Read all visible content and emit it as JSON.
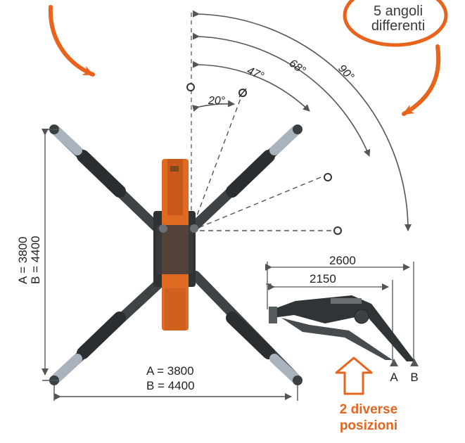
{
  "colors": {
    "accent": "#e8641c",
    "arm": "#3e4345",
    "pad": "#a9b3be",
    "body": "#2f3234",
    "boom": "#e06a22",
    "line": "#555555"
  },
  "bubble": {
    "line1": "5 angoli",
    "line2": "differenti"
  },
  "angles": [
    "20°",
    "47°",
    "68°",
    "90°"
  ],
  "vertical_dimension": {
    "a": "A = 3800",
    "b": "B = 4400"
  },
  "horizontal_dimension": {
    "a": "A = 3800",
    "b": "B = 4400"
  },
  "side_view": {
    "outer_width": "2600",
    "inner_width": "2150",
    "pos_a": "A",
    "pos_b": "B"
  },
  "positions_caption": {
    "line1": "2 diverse",
    "line2": "posizioni"
  }
}
